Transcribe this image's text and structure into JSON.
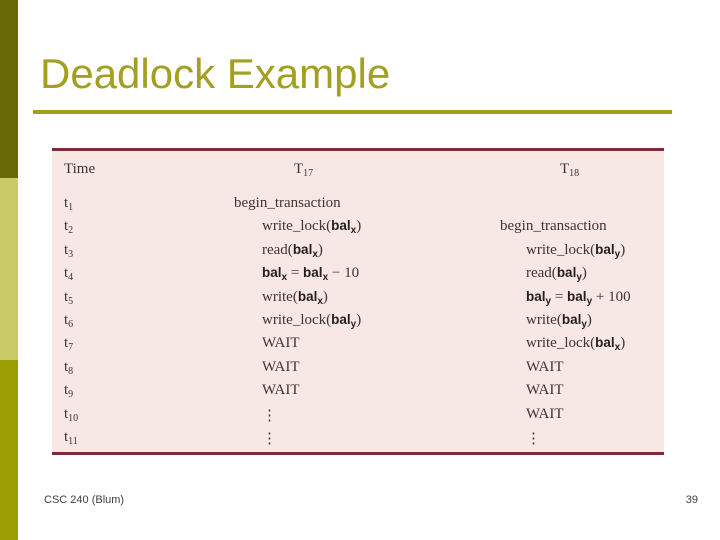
{
  "slide": {
    "title": "Deadlock Example",
    "footer_left": "CSC 240 (Blum)",
    "slide_number": "39"
  },
  "colors": {
    "accent_olive_dark": "#686804",
    "accent_olive_light": "#c9cc66",
    "accent_olive": "#9d9d04",
    "title_olive": "#a3a021",
    "table_background": "#f8e8e4",
    "table_border_maroon": "#7e2c3c",
    "table_text": "#3e3430"
  },
  "table": {
    "headers": {
      "time": "Time",
      "t17_base": "T",
      "t17_sub": "17",
      "t18_base": "T",
      "t18_sub": "18"
    },
    "rows": [
      {
        "time_base": "t",
        "time_sub": "1",
        "t17": {
          "indent": 0,
          "seg": [
            [
              "p",
              "begin_transaction"
            ]
          ]
        },
        "t18": null
      },
      {
        "time_base": "t",
        "time_sub": "2",
        "t17": {
          "indent": 1,
          "seg": [
            [
              "p",
              "write_lock("
            ],
            [
              "b",
              "bal"
            ],
            [
              "x",
              "x"
            ],
            [
              "p",
              ")"
            ]
          ]
        },
        "t18": {
          "indent": 0,
          "seg": [
            [
              "p",
              "begin_transaction"
            ]
          ]
        }
      },
      {
        "time_base": "t",
        "time_sub": "3",
        "t17": {
          "indent": 1,
          "seg": [
            [
              "p",
              "read("
            ],
            [
              "b",
              "bal"
            ],
            [
              "x",
              "x"
            ],
            [
              "p",
              ")"
            ]
          ]
        },
        "t18": {
          "indent": 1,
          "seg": [
            [
              "p",
              "write_lock("
            ],
            [
              "b",
              "bal"
            ],
            [
              "x",
              "y"
            ],
            [
              "p",
              ")"
            ]
          ]
        }
      },
      {
        "time_base": "t",
        "time_sub": "4",
        "t17": {
          "indent": 1,
          "seg": [
            [
              "b",
              "bal"
            ],
            [
              "x",
              "x"
            ],
            [
              "p",
              " = "
            ],
            [
              "b",
              "bal"
            ],
            [
              "x",
              "x"
            ],
            [
              "p",
              " − 10"
            ]
          ]
        },
        "t18": {
          "indent": 1,
          "seg": [
            [
              "p",
              "read("
            ],
            [
              "b",
              "bal"
            ],
            [
              "x",
              "y"
            ],
            [
              "p",
              ")"
            ]
          ]
        }
      },
      {
        "time_base": "t",
        "time_sub": "5",
        "t17": {
          "indent": 1,
          "seg": [
            [
              "p",
              "write("
            ],
            [
              "b",
              "bal"
            ],
            [
              "x",
              "x"
            ],
            [
              "p",
              ")"
            ]
          ]
        },
        "t18": {
          "indent": 1,
          "seg": [
            [
              "b",
              "bal"
            ],
            [
              "x",
              "y"
            ],
            [
              "p",
              " = "
            ],
            [
              "b",
              "bal"
            ],
            [
              "x",
              "y"
            ],
            [
              "p",
              " + 100"
            ]
          ]
        }
      },
      {
        "time_base": "t",
        "time_sub": "6",
        "t17": {
          "indent": 1,
          "seg": [
            [
              "p",
              "write_lock("
            ],
            [
              "b",
              "bal"
            ],
            [
              "x",
              "y"
            ],
            [
              "p",
              ")"
            ]
          ]
        },
        "t18": {
          "indent": 1,
          "seg": [
            [
              "p",
              "write("
            ],
            [
              "b",
              "bal"
            ],
            [
              "x",
              "y"
            ],
            [
              "p",
              ")"
            ]
          ]
        }
      },
      {
        "time_base": "t",
        "time_sub": "7",
        "t17": {
          "indent": 1,
          "seg": [
            [
              "p",
              "WAIT"
            ]
          ]
        },
        "t18": {
          "indent": 1,
          "seg": [
            [
              "p",
              "write_lock("
            ],
            [
              "b",
              "bal"
            ],
            [
              "x",
              "x"
            ],
            [
              "p",
              ")"
            ]
          ]
        }
      },
      {
        "time_base": "t",
        "time_sub": "8",
        "t17": {
          "indent": 1,
          "seg": [
            [
              "p",
              "WAIT"
            ]
          ]
        },
        "t18": {
          "indent": 1,
          "seg": [
            [
              "p",
              "WAIT"
            ]
          ]
        }
      },
      {
        "time_base": "t",
        "time_sub": "9",
        "t17": {
          "indent": 1,
          "seg": [
            [
              "p",
              "WAIT"
            ]
          ]
        },
        "t18": {
          "indent": 1,
          "seg": [
            [
              "p",
              "WAIT"
            ]
          ]
        }
      },
      {
        "time_base": "t",
        "time_sub": "10",
        "t17": {
          "indent": 1,
          "seg": [
            [
              "p",
              "⋮"
            ]
          ]
        },
        "t18": {
          "indent": 1,
          "seg": [
            [
              "p",
              "WAIT"
            ]
          ]
        }
      },
      {
        "time_base": "t",
        "time_sub": "11",
        "t17": {
          "indent": 1,
          "seg": [
            [
              "p",
              "⋮"
            ]
          ]
        },
        "t18": {
          "indent": 1,
          "seg": [
            [
              "p",
              "⋮"
            ]
          ]
        }
      }
    ]
  }
}
